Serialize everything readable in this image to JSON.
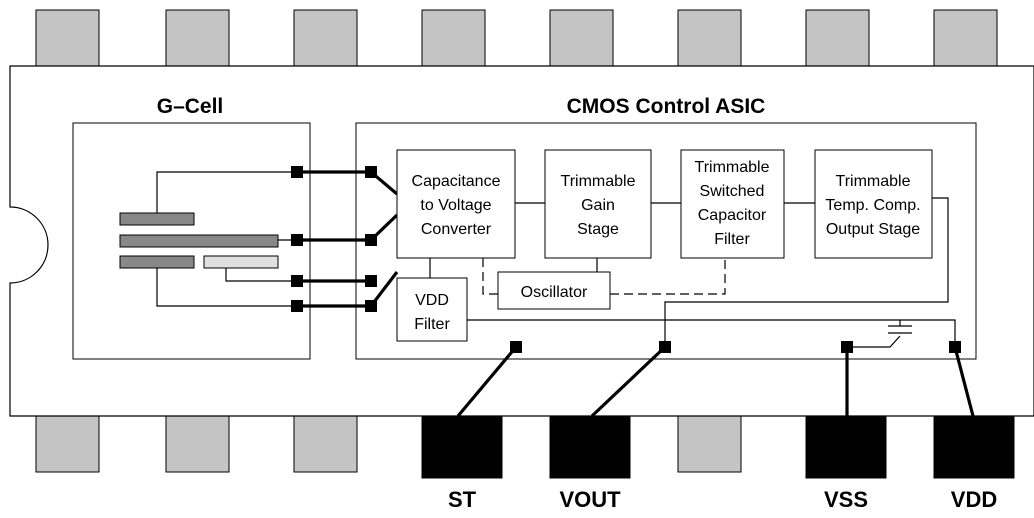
{
  "diagram": {
    "gcell_title": "G–Cell",
    "asic_title": "CMOS Control ASIC",
    "blocks": {
      "cv": [
        "Capacitance",
        "to Voltage",
        "Converter"
      ],
      "gain": [
        "Trimmable",
        "Gain",
        "Stage"
      ],
      "filter": [
        "Trimmable",
        "Switched",
        "Capacitor",
        "Filter"
      ],
      "output": [
        "Trimmable",
        "Temp. Comp.",
        "Output Stage"
      ],
      "oscillator": "Oscillator",
      "vdd_filter": [
        "VDD",
        "Filter"
      ]
    },
    "pins": [
      "ST",
      "VOUT",
      "VSS",
      "VDD"
    ],
    "colors": {
      "pin_inactive": "#c4c4c4",
      "pin_active": "#000000",
      "plate": "#888888",
      "plate_light": "#e0e0e0"
    }
  }
}
